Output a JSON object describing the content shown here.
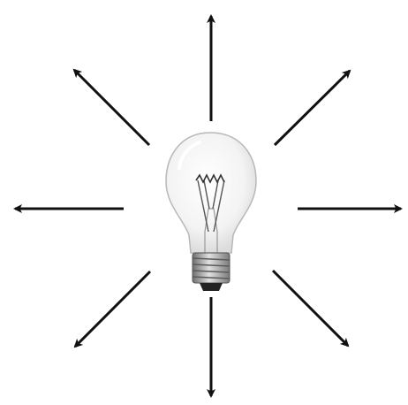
{
  "diagram": {
    "description_free": true,
    "colors": {
      "background": "#ffffff",
      "arrow": "#111111",
      "bulb_outline": "#b8b8b8",
      "bulb_glass": "#f6f6f6",
      "filament": "#555555",
      "base_metal": "#9a9a9a",
      "base_dark": "#333333"
    },
    "central_object": "light-bulb-icon",
    "arrow_directions": [
      "up",
      "up-right",
      "right",
      "down-right",
      "down",
      "down-left",
      "left",
      "up-left"
    ]
  }
}
